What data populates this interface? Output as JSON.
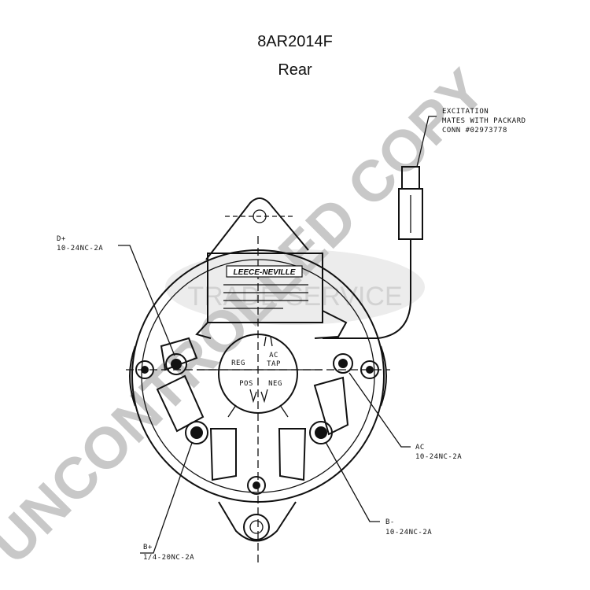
{
  "title": "8AR2014F",
  "subtitle": "Rear",
  "watermark": {
    "main": "UNCONTROLLED COPY",
    "inner": "TRADE SERVICE"
  },
  "regulator_brand": "LEECE-NEVILLE",
  "hub": {
    "left": "REG",
    "right_top": "AC",
    "right_bottom": "TAP",
    "pos": "POS",
    "neg": "NEG"
  },
  "callouts": {
    "excitation": [
      "EXCITATION",
      "MATES WITH PACKARD",
      "CONN #02973778"
    ],
    "d_plus": [
      "D+",
      "10-24NC-2A"
    ],
    "ac": [
      "AC",
      "10-24NC-2A"
    ],
    "b_minus": [
      "B-",
      "10-24NC-2A"
    ],
    "b_plus": [
      "B+",
      "1/4-20NC-2A"
    ]
  }
}
